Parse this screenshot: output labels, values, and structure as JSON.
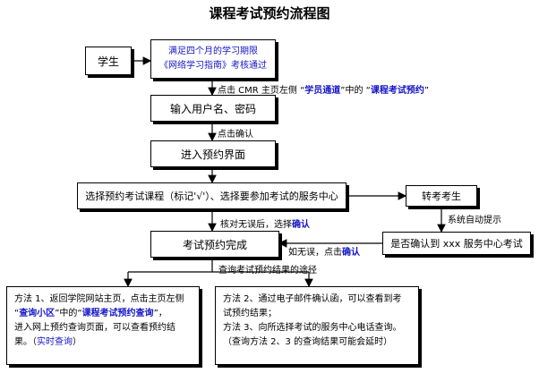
{
  "title": "课程考试预约流程图",
  "nodes": {
    "student": "学生",
    "requirement": {
      "line1": "满足四个月的学习期限",
      "line2": "《网络学习指南》考核通过"
    },
    "login": "输入用户名、密码",
    "reserve_ui": "进入预约界面",
    "select_course": "选择预约考试课程（标记'√'）、选择要参加考试的服务中心",
    "transfer": "转考考生",
    "confirm_center": "是否确认到 xxx 服务中心考试",
    "reserve_done": "考试预约完成",
    "method1": {
      "l1": "方法 1、返回学院网站主页，点击主页左侧",
      "l2_q1": "“",
      "l2_b1": "查询小区",
      "l2_q2": "”中的“",
      "l2_b2": "课程考试预约查询",
      "l2_q3": "”，",
      "l3": "进入网上预约查询页面，可以查看预约结",
      "l4_a": "果。（",
      "l4_b": "实时查询",
      "l4_c": "）"
    },
    "method23": {
      "l1": "方法 2、通过电子邮件确认函，可以查看到考",
      "l2": "试预约结果；",
      "l3": "方法 3、向所选择考试的服务中心电话查询。",
      "l4": "（查询方法 2、3 的查询结果可能会延时）"
    }
  },
  "labels": {
    "click_cmr_a": "点击 CMR 主页左侧 “",
    "click_cmr_b": "学员通道",
    "click_cmr_c": "”中的 “",
    "click_cmr_d": "课程考试预约",
    "click_cmr_e": "”",
    "click_confirm": "点击确认",
    "check_a": "核对无误后，选择",
    "check_b": "确认",
    "system_prompt": "系统自动提示",
    "if_ok_a": "如无误，点击",
    "if_ok_b": "确认",
    "query_path": "查询考试预约结果的途径"
  },
  "colors": {
    "blue_text": "#1515c8",
    "line": "#000000"
  }
}
